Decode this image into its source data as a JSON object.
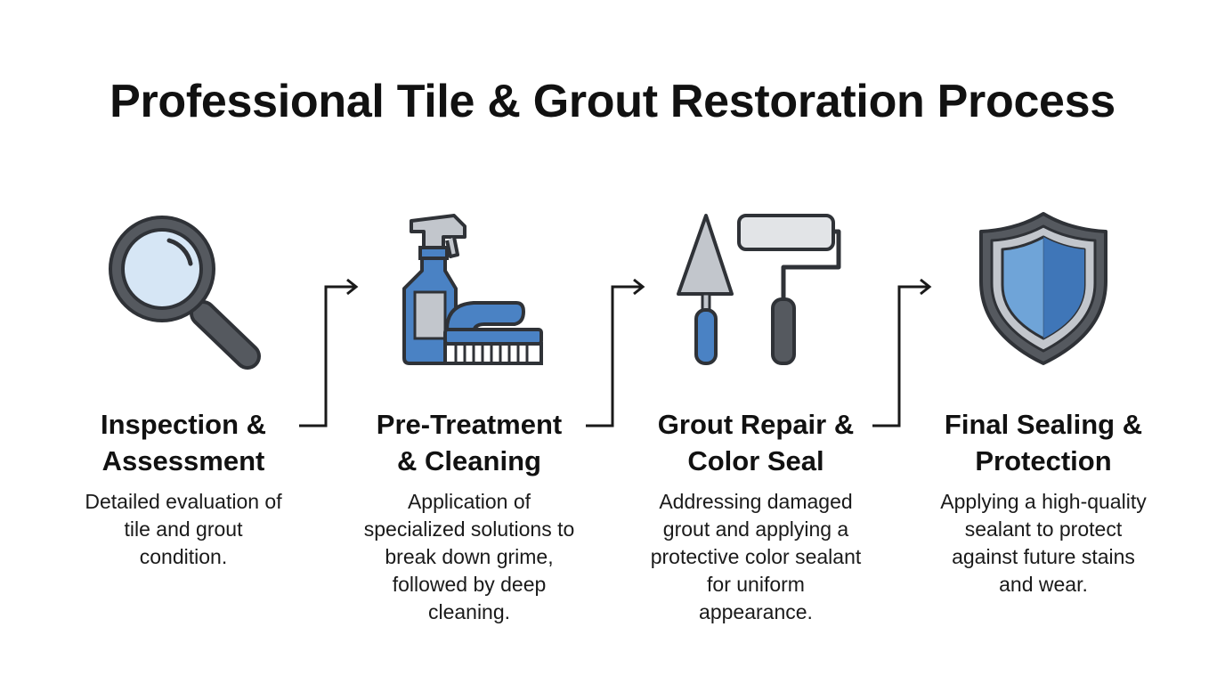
{
  "title": "Professional Tile & Grout Restoration Process",
  "steps": [
    {
      "title_line1": "Inspection &",
      "title_line2": "Assessment",
      "description": [
        "Detailed evaluation of",
        "tile and grout",
        "condition."
      ],
      "icon": "magnifying-glass-icon"
    },
    {
      "title_line1": "Pre-Treatment",
      "title_line2": "& Cleaning",
      "description": [
        "Application of",
        "specialized solutions to",
        "break down grime,",
        "followed by deep",
        "cleaning."
      ],
      "icon": "spray-bottle-brush-icon"
    },
    {
      "title_line1": "Grout Repair &",
      "title_line2": "Color Seal",
      "description": [
        "Addressing damaged",
        "grout and applying a",
        "protective color sealant",
        "for uniform",
        "appearance."
      ],
      "icon": "trowel-roller-icon"
    },
    {
      "title_line1": "Final Sealing &",
      "title_line2": "Protection",
      "description": [
        "Applying a high-quality",
        "sealant to protect",
        "against future stains",
        "and wear."
      ],
      "icon": "shield-icon"
    }
  ],
  "colors": {
    "outline": "#2f3237",
    "blue": "#4a82c4",
    "light_blue": "#d6e6f5",
    "gray": "#c2c6cc",
    "dark_gray": "#55595f"
  }
}
